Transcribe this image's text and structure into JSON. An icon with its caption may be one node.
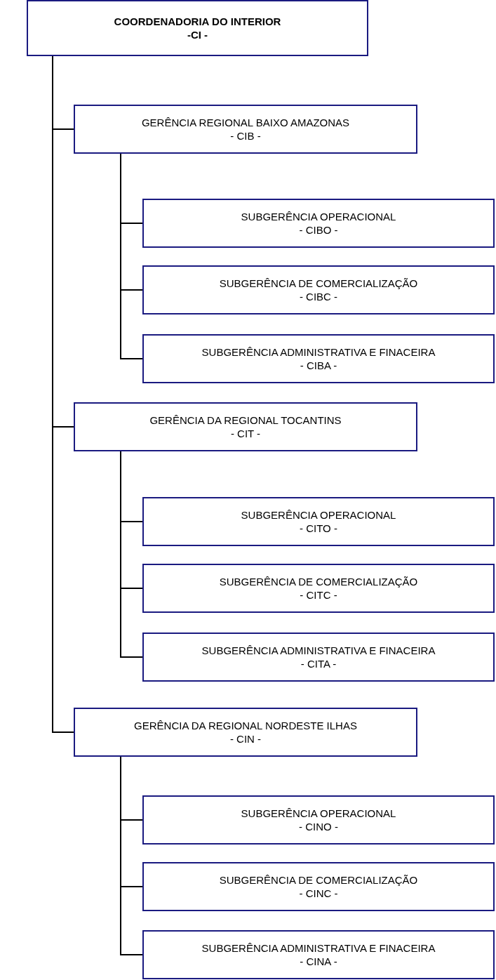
{
  "diagram": {
    "nodes": [
      {
        "text": [
          "COORDENADORIA DO INTERIOR",
          "-CI -"
        ]
      },
      {
        "text": [
          "GERÊNCIA REGIONAL BAIXO AMAZONAS",
          "- CIB -"
        ]
      },
      {
        "text": [
          "SUBGERÊNCIA OPERACIONAL",
          "- CIBO -"
        ]
      },
      {
        "text": [
          "SUBGERÊNCIA DE COMERCIALIZAÇÃO",
          "- CIBC -"
        ]
      },
      {
        "text": [
          "SUBGERÊNCIA ADMINISTRATIVA E FINACEIRA",
          "- CIBA -"
        ]
      },
      {
        "text": [
          "GERÊNCIA DA REGIONAL TOCANTINS",
          "- CIT -"
        ]
      },
      {
        "text": [
          "SUBGERÊNCIA OPERACIONAL",
          "- CITO -"
        ]
      },
      {
        "text": [
          "SUBGERÊNCIA DE COMERCIALIZAÇÃO",
          "- CITC -"
        ]
      },
      {
        "text": [
          "SUBGERÊNCIA ADMINISTRATIVA E FINACEIRA",
          "- CITA -"
        ]
      },
      {
        "text": [
          "GERÊNCIA DA REGIONAL NORDESTE ILHAS",
          "- CIN -"
        ]
      },
      {
        "text": [
          "SUBGERÊNCIA OPERACIONAL",
          "- CINO -"
        ]
      },
      {
        "text": [
          "SUBGERÊNCIA DE COMERCIALIZAÇÃO",
          "- CINC -"
        ]
      },
      {
        "text": [
          "SUBGERÊNCIA ADMINISTRATIVA E FINACEIRA",
          "- CINA -"
        ]
      }
    ],
    "edges": [
      {
        "from": 0,
        "to": 1,
        "arrow": "none"
      },
      {
        "from": 1,
        "to": 2,
        "arrow": "none"
      },
      {
        "from": 1,
        "to": 3,
        "arrow": "none"
      },
      {
        "from": 1,
        "to": 4,
        "arrow": "none"
      },
      {
        "from": 0,
        "to": 5,
        "arrow": "none"
      },
      {
        "from": 5,
        "to": 6,
        "arrow": "none"
      },
      {
        "from": 5,
        "to": 7,
        "arrow": "none"
      },
      {
        "from": 5,
        "to": 8,
        "arrow": "none"
      },
      {
        "from": 0,
        "to": 9,
        "arrow": "none"
      },
      {
        "from": 9,
        "to": 10,
        "arrow": "none"
      },
      {
        "from": 9,
        "to": 11,
        "arrow": "none"
      },
      {
        "from": 9,
        "to": 12,
        "arrow": "none"
      }
    ]
  }
}
